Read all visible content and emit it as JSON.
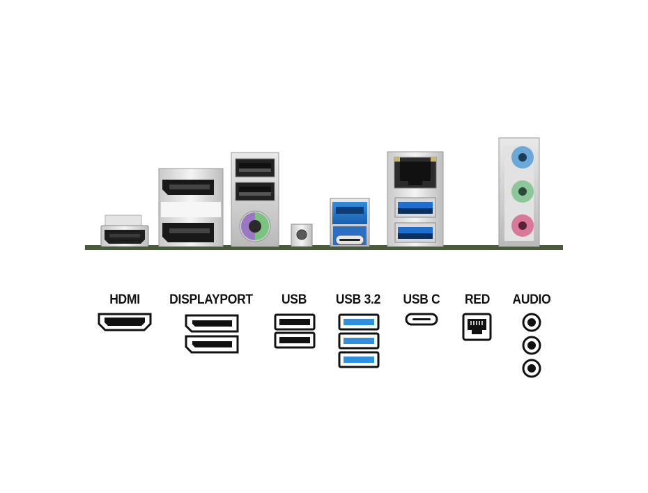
{
  "colors": {
    "usb32_blue": "#2f8fe0",
    "audio_blue": "#6aa9d8",
    "audio_green": "#8cc79a",
    "audio_pink": "#d9789a",
    "ps2_purple": "#9a78c4",
    "ps2_green": "#7bc47f",
    "board_green": "#4a5a3c",
    "icon_stroke": "#111111"
  },
  "legend": {
    "hdmi": "HDMI",
    "displayport": "DISPLAYPORT",
    "usb": "USB",
    "usb32": "USB 3.2",
    "usbc": "USB C",
    "red": "RED",
    "audio": "AUDIO"
  },
  "icons": {
    "hdmi": "hdmi-port-icon",
    "displayport": "displayport-icon",
    "usb": "usb-a-icon",
    "usb32": "usb-3-icon",
    "usbc": "usb-c-icon",
    "red": "ethernet-rj45-icon",
    "audio": "audio-jack-icon"
  }
}
